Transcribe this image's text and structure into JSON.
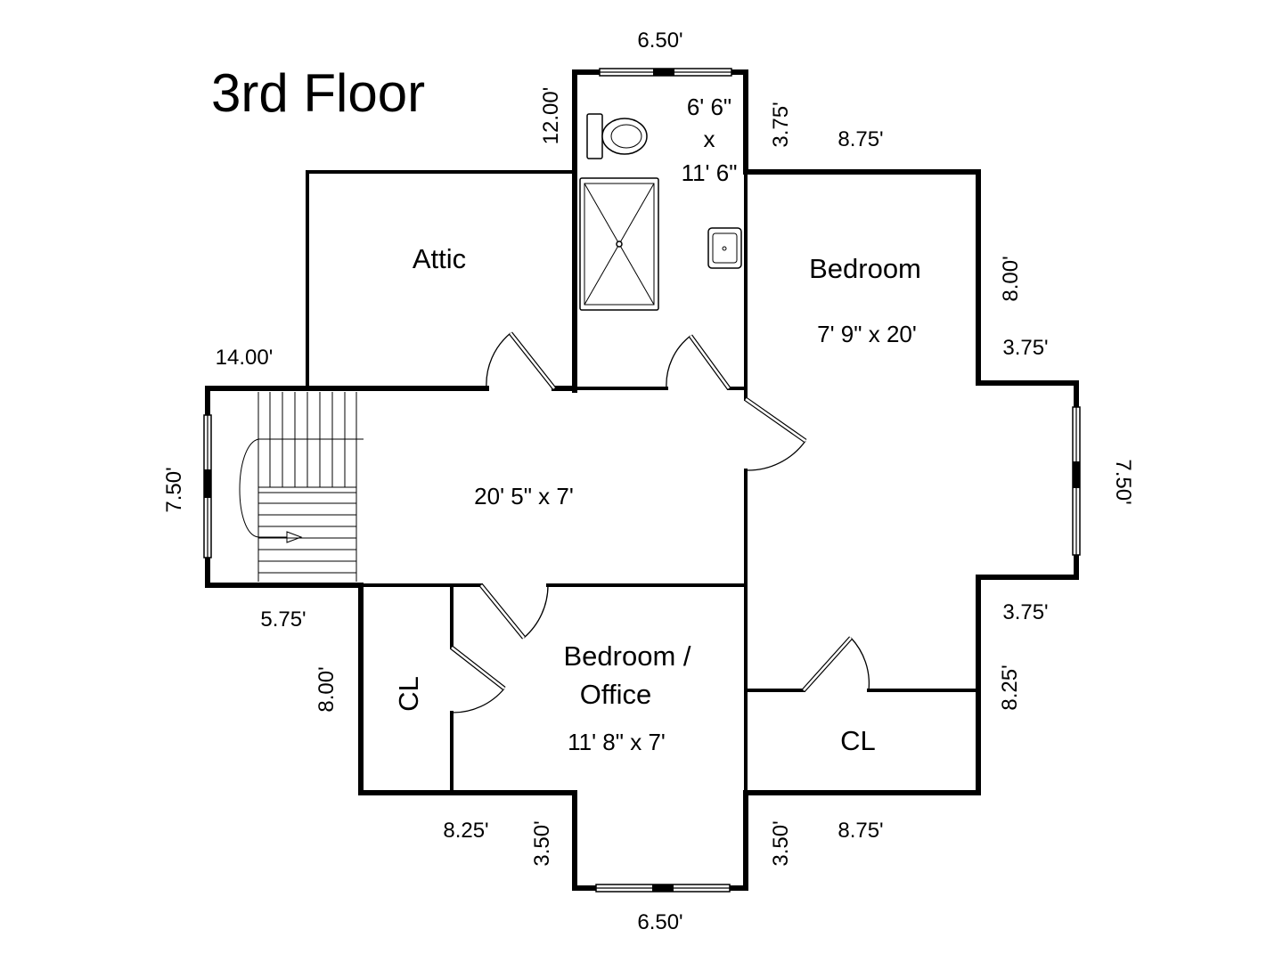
{
  "title": "3rd Floor",
  "rooms": {
    "attic": "Attic",
    "bath_size_line1": "6' 6\"",
    "bath_size_line2": "x",
    "bath_size_line3": "11' 6\"",
    "bedroom": "Bedroom",
    "bedroom_size": "7' 9\" x 20'",
    "hall_size": "20' 5\" x 7'",
    "office_line1": "Bedroom /",
    "office_line2": "Office",
    "office_size": "11' 8\" x 7'",
    "closet_left": "CL",
    "closet_right": "CL"
  },
  "dimensions": {
    "bath_top": "6.50'",
    "bath_left": "12.00'",
    "bath_right": "3.75'",
    "bedroom_top": "8.75'",
    "bedroom_right_upper": "8.00'",
    "bedroom_bay_top": "3.75'",
    "bay_right": "7.50'",
    "bedroom_bay_bottom": "3.75'",
    "closet_right_side": "8.25'",
    "closet_bottom": "8.75'",
    "office_right_bay": "3.50'",
    "office_bottom": "6.50'",
    "office_left_bay": "3.50'",
    "closet_left_bottom": "8.25'",
    "closet_left_side": "8.00'",
    "stair_bottom": "5.75'",
    "stair_left": "7.50'",
    "attic_left": "14.00'"
  }
}
